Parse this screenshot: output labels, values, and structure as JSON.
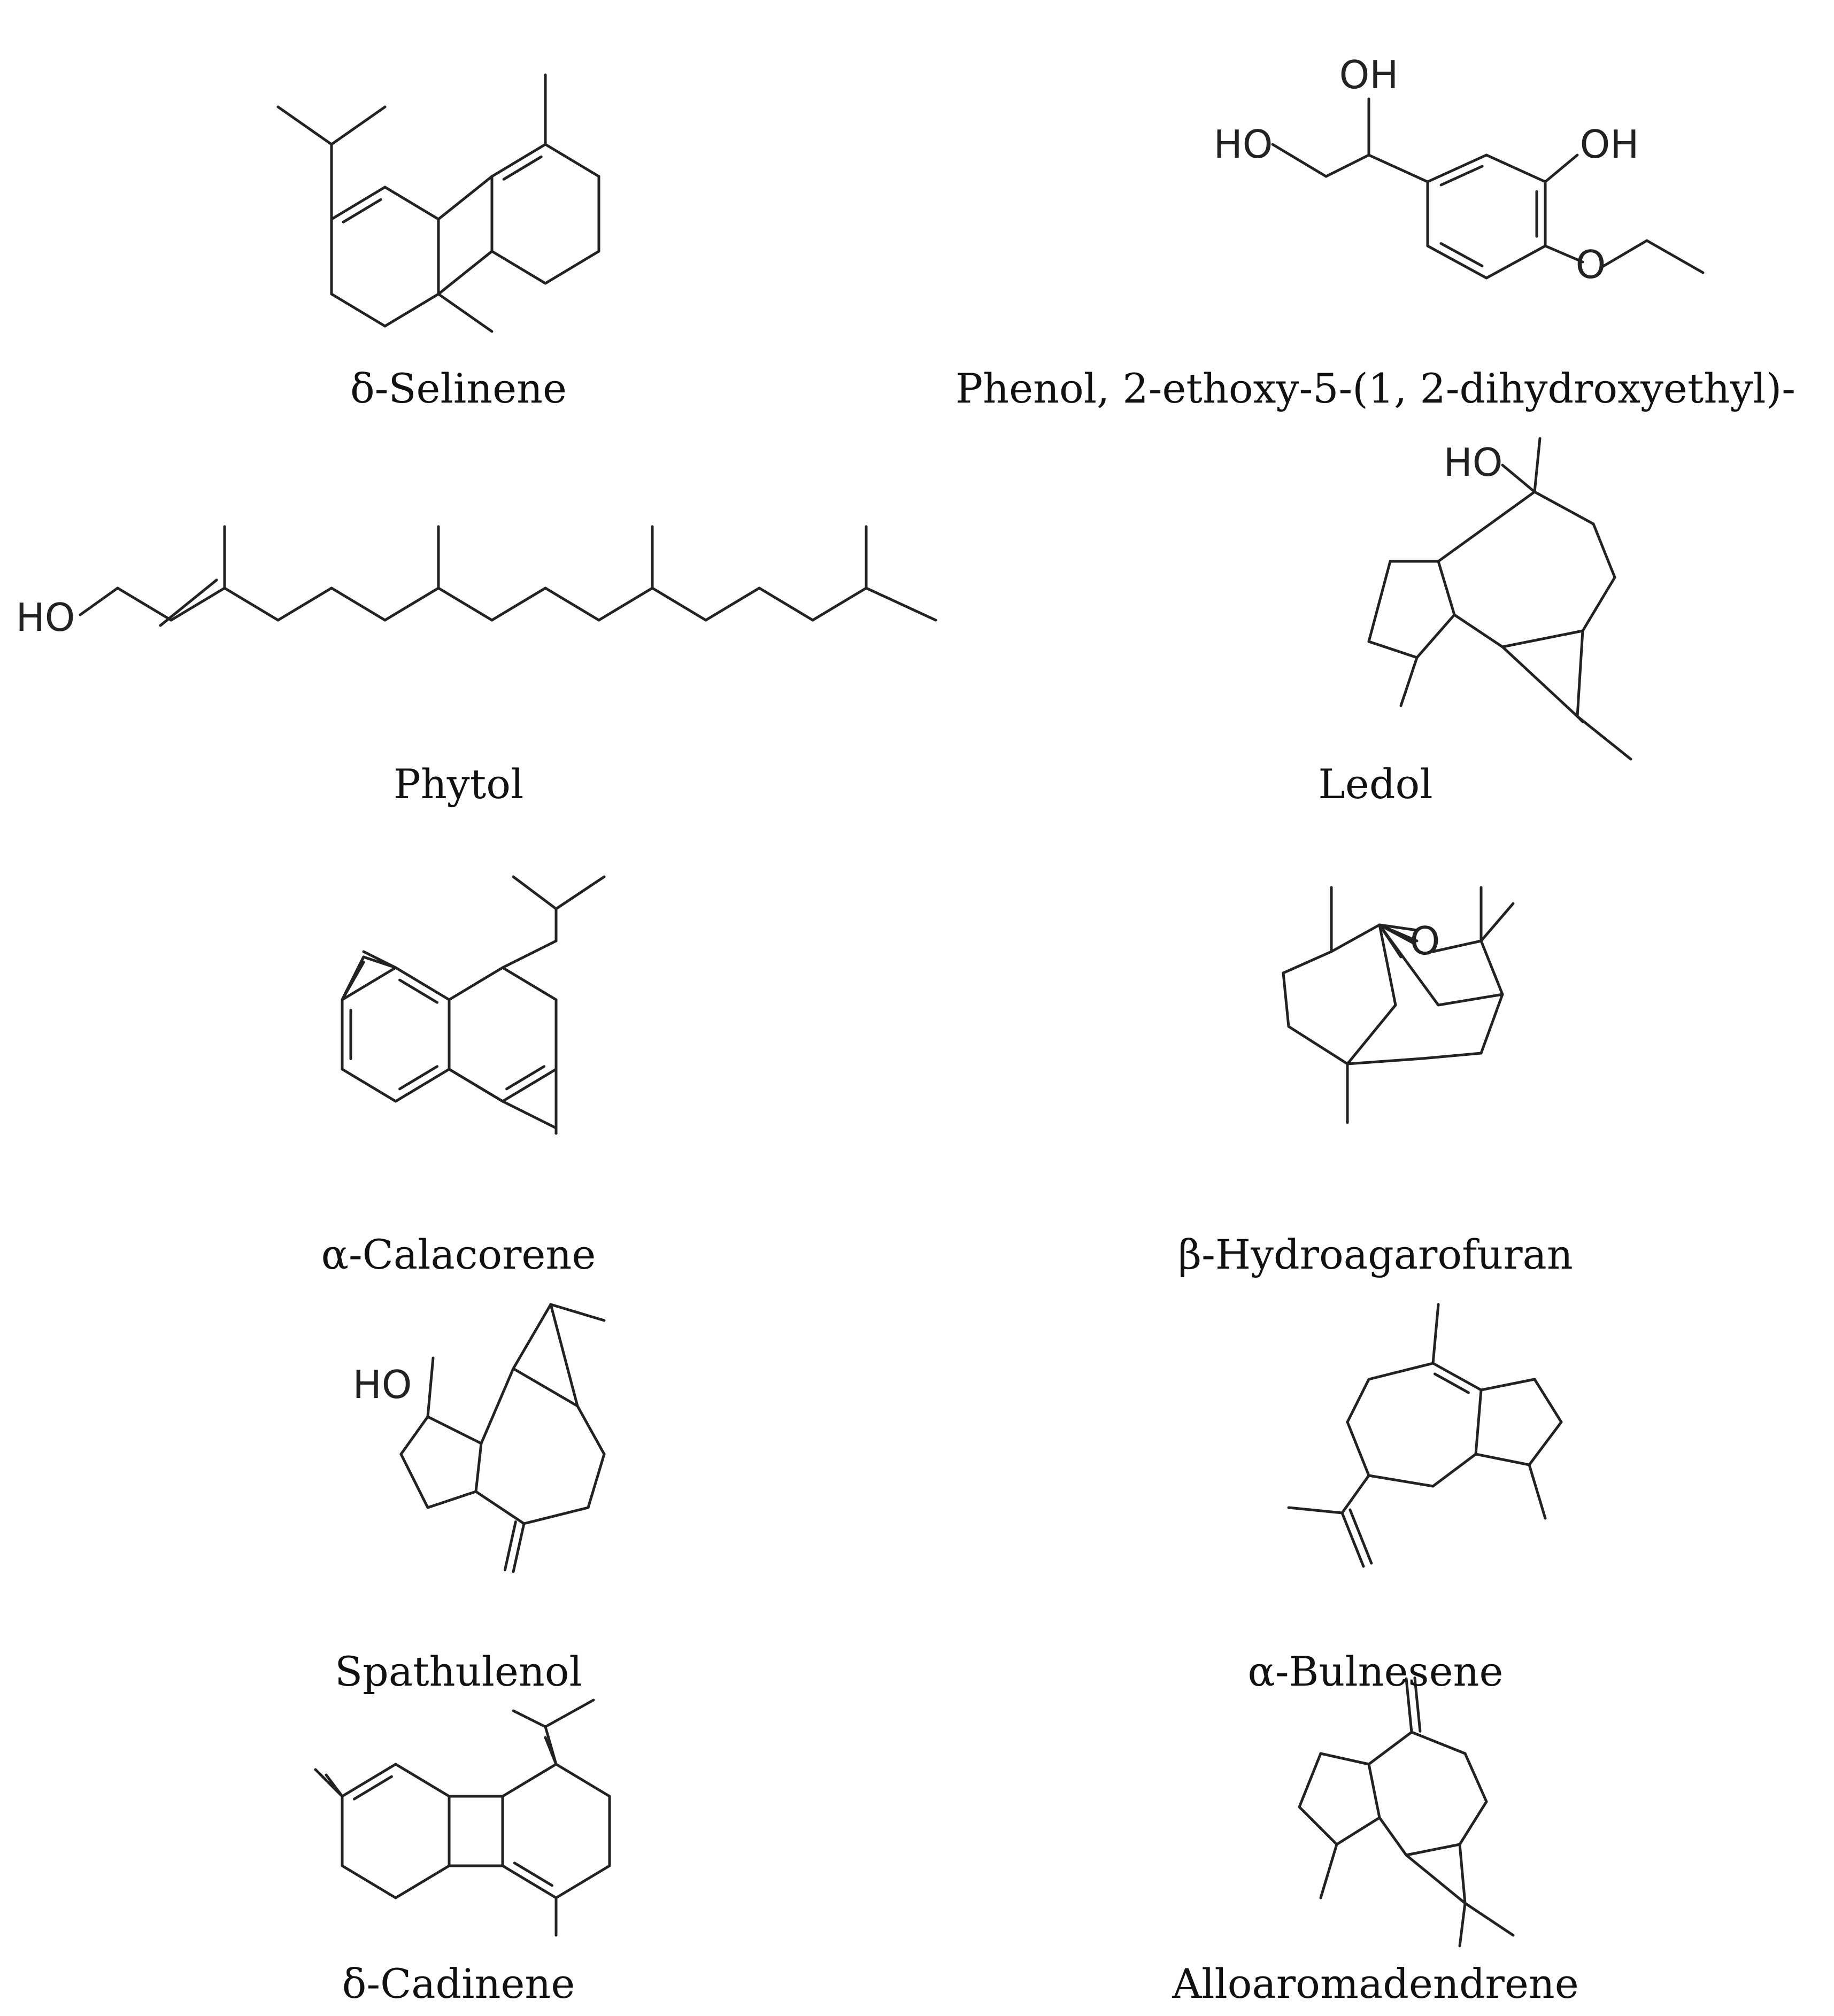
{
  "figure": {
    "compounds": [
      {
        "name": "δ-Selinene",
        "atom_labels": []
      },
      {
        "name": "Phenol, 2-ethoxy-5-(1, 2-dihydroxyethyl)-",
        "atom_labels": [
          "OH",
          "HO",
          "OH",
          "O"
        ]
      },
      {
        "name": "Phytol",
        "atom_labels": [
          "HO"
        ]
      },
      {
        "name": "Ledol",
        "atom_labels": [
          "HO"
        ]
      },
      {
        "name": "α-Calacorene",
        "atom_labels": []
      },
      {
        "name": "β-Hydroagarofuran",
        "atom_labels": [
          "O"
        ]
      },
      {
        "name": "Spathulenol",
        "atom_labels": [
          "HO"
        ]
      },
      {
        "name": "α-Bulnesene",
        "atom_labels": []
      },
      {
        "name": "δ-Cadinene",
        "atom_labels": []
      },
      {
        "name": "Alloaromadendrene",
        "atom_labels": []
      }
    ]
  },
  "colors": {
    "background": "#ffffff",
    "ink": "#222222",
    "caption": "#111111"
  }
}
